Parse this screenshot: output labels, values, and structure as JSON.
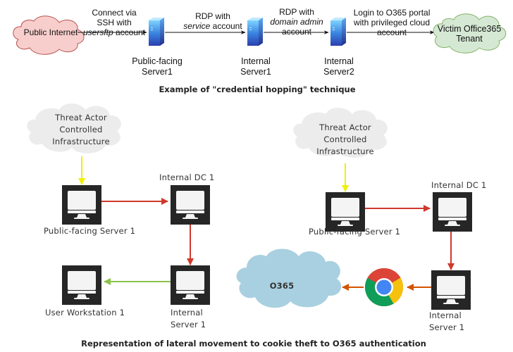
{
  "top_diagram": {
    "caption": "Example of \"credential hopping\" technique",
    "nodes": {
      "public_internet": "Public Internet",
      "server_public": [
        "Public-facing",
        "Server1"
      ],
      "internal_server1": [
        "Internal",
        "Server1"
      ],
      "internal_server2": [
        "Internal",
        "Server2"
      ],
      "victim_tenant": [
        "Victim Office365",
        "Tenant"
      ]
    },
    "edges": [
      {
        "line1": "Connect via",
        "line2": "SSH with",
        "line3_italic": "usersftp",
        "line3_rest": " account"
      },
      {
        "line1": "RDP with",
        "line2_italic": "service",
        "line2_rest": " account"
      },
      {
        "line1": "RDP with",
        "line2_italic": "domain admin",
        "line3": "account"
      },
      {
        "line1": "Login to O365 portal",
        "line2": "with privileged cloud",
        "line3": "account"
      }
    ],
    "colors": {
      "public_internet_cloud": "#f8cecc",
      "victim_cloud": "#d5e8d4",
      "server": "#3a7bd5"
    }
  },
  "bottom_left": {
    "cloud": [
      "Threat Actor",
      "Controlled",
      "Infrastructure"
    ],
    "nodes": {
      "public_server": "Public-facing Server 1",
      "dc": "Internal DC 1",
      "internal_server": [
        "Internal",
        "Server 1"
      ],
      "workstation": "User Workstation 1"
    }
  },
  "bottom_right": {
    "cloud": [
      "Threat Actor",
      "Controlled",
      "Infrastructure"
    ],
    "nodes": {
      "public_server": "Public-facing Server 1",
      "dc": "Internal DC 1",
      "internal_server": [
        "Internal",
        "Server 1"
      ],
      "o365": "O365",
      "browser": "chrome-icon"
    }
  },
  "bottom_caption": "Representation of lateral movement to cookie theft to O365 authentication",
  "colors": {
    "arrow_yellow": "#f5f500",
    "arrow_red": "#d0392b",
    "arrow_green": "#8bc34a",
    "arrow_orange": "#d35400",
    "monitor": "#262626",
    "threat_cloud": "#ececec",
    "o365_cloud": "#a9d0e0"
  }
}
